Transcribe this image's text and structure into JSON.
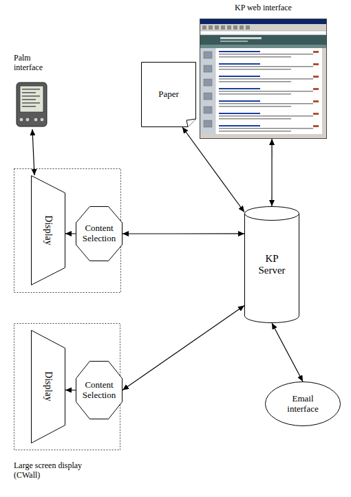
{
  "diagram": {
    "nodes": [
      {
        "text": [
          "KP web interface"
        ]
      },
      {
        "text": [
          "Palm interface"
        ]
      },
      {
        "text": [
          "Paper"
        ]
      },
      {
        "text": [
          "Display"
        ]
      },
      {
        "text": [
          "Content Selection"
        ]
      },
      {
        "text": [
          "KP Server"
        ]
      },
      {
        "text": [
          "Large screen display (CWall)"
        ]
      },
      {
        "text": [
          "Display"
        ],
        "in": 6
      },
      {
        "text": [
          "Content Selection"
        ],
        "in": 6
      },
      {
        "text": [
          "Email interface"
        ]
      }
    ],
    "edges": [
      {
        "from": 1,
        "to": 3,
        "arrow": "both"
      },
      {
        "from": 4,
        "to": 3,
        "arrow": "to"
      },
      {
        "from": 4,
        "to": 5,
        "arrow": "both"
      },
      {
        "from": 2,
        "to": 5,
        "arrow": "both"
      },
      {
        "from": 0,
        "to": 5,
        "arrow": "both"
      },
      {
        "from": 8,
        "to": 7,
        "arrow": "to"
      },
      {
        "from": 8,
        "to": 5,
        "arrow": "both"
      },
      {
        "from": 5,
        "to": 9,
        "arrow": "both"
      }
    ]
  }
}
